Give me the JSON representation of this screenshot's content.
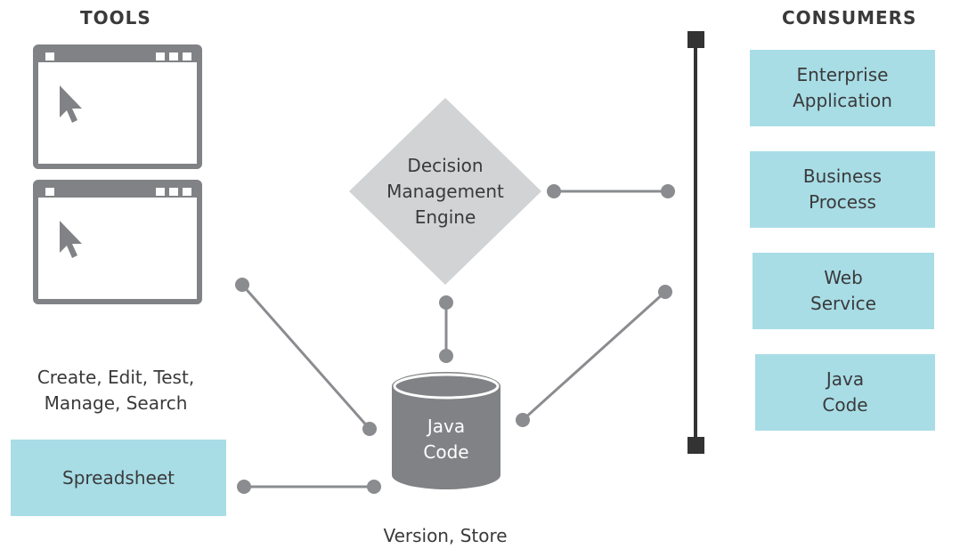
{
  "tools": {
    "heading": "TOOLS",
    "caption_line1": "Create, Edit, Test,",
    "caption_line2": "Manage, Search",
    "spreadsheet_label": "Spreadsheet"
  },
  "engine": {
    "line1": "Decision",
    "line2": "Management",
    "line3": "Engine"
  },
  "repository": {
    "line1": "Java",
    "line2": "Code",
    "caption": "Version, Store"
  },
  "consumers": {
    "heading": "CONSUMERS",
    "items": [
      {
        "line1": "Enterprise",
        "line2": "Application"
      },
      {
        "line1": "Business",
        "line2": "Process"
      },
      {
        "line1": "Web",
        "line2": "Service"
      },
      {
        "line1": "Java",
        "line2": "Code"
      }
    ]
  },
  "colors": {
    "accent_box": "#a8dde6",
    "shape_gray": "#808285",
    "diamond_gray": "#d1d3d4",
    "connector": "#8a8c8f",
    "bus": "#333333"
  }
}
